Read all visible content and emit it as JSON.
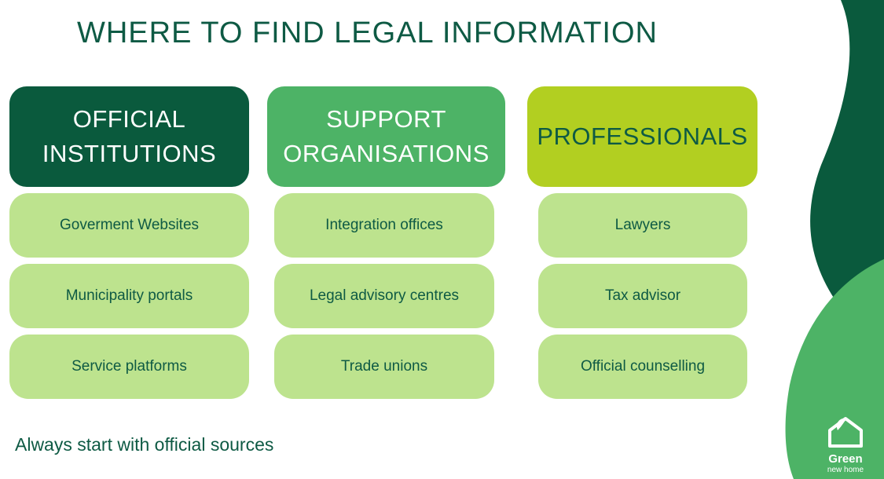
{
  "title": "WHERE TO FIND LEGAL INFORMATION",
  "columns": [
    {
      "header": "OFFICIAL INSTITUTIONS",
      "items": [
        "Goverment Websites",
        "Municipality portals",
        "Service platforms"
      ]
    },
    {
      "header": "SUPPORT ORGANISATIONS",
      "items": [
        "Integration offices",
        "Legal advisory centres",
        "Trade unions"
      ]
    },
    {
      "header": "PROFESSIONALS",
      "items": [
        "Lawyers",
        "Tax advisor",
        "Official counselling"
      ]
    }
  ],
  "footnote": "Always start with official sources",
  "logo": {
    "word": "Green",
    "tagline": "new home",
    "icon": "house-leaf-icon"
  },
  "colors": {
    "dark_green": "#0a5a3d",
    "mid_green": "#4db366",
    "lime": "#b2cf21",
    "light_green": "#bde38e",
    "text": "#0e5a44"
  }
}
